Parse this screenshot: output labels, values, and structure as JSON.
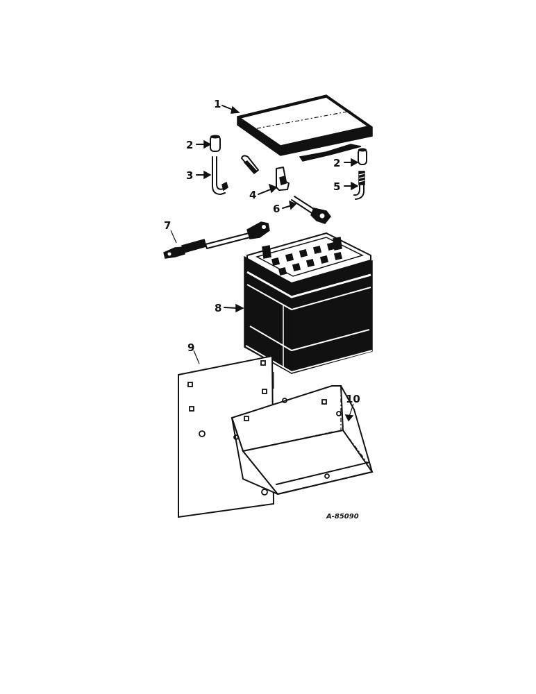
{
  "diagram": {
    "reference_code": "A-85090",
    "callouts": [
      {
        "id": "c1",
        "label": "1",
        "part": "battery-cover"
      },
      {
        "id": "c2a",
        "label": "2",
        "part": "spacer"
      },
      {
        "id": "c2b",
        "label": "2",
        "part": "spacer"
      },
      {
        "id": "c3",
        "label": "3",
        "part": "hold-down-rod"
      },
      {
        "id": "c4",
        "label": "4",
        "part": "clamp"
      },
      {
        "id": "c5",
        "label": "5",
        "part": "hold-down-rod"
      },
      {
        "id": "c6",
        "label": "6",
        "part": "ground-cable"
      },
      {
        "id": "c7",
        "label": "7",
        "part": "positive-cable"
      },
      {
        "id": "c8",
        "label": "8",
        "part": "battery"
      },
      {
        "id": "c9",
        "label": "9",
        "part": "mounting-plate"
      },
      {
        "id": "c10",
        "label": "10",
        "part": "battery-tray"
      }
    ]
  }
}
